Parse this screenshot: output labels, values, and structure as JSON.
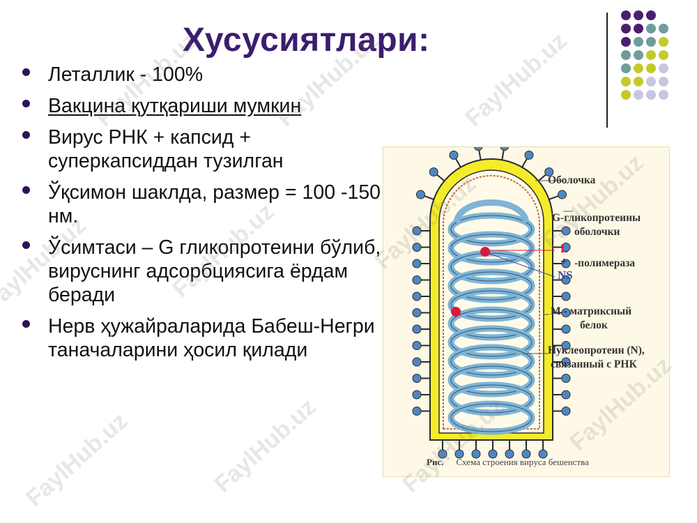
{
  "slide": {
    "title": "Хусусиятлари:",
    "bullets": [
      "Леталлик - 100%",
      "Вакцина қутқариши мумкин",
      "Вирус РНК + капсид + суперкапсиддан тузилган",
      "Ўқсимон шаклда, размер = 100 -150 нм.",
      "Ўсимтаси – G гликопротеини бўлиб, вируснинг адсорбциясига ёрдам беради",
      "Нерв ҳужайраларида Бабеш-Негри таначаларини ҳосил қилади"
    ]
  },
  "figure": {
    "labels": {
      "envelope": "Оболочка",
      "glyco_1": "G-гликопротеины",
      "glyco_2": "оболочки",
      "l": "L",
      "plus": "+",
      "ns": "NS",
      "polymerase": "-полимераза",
      "matrix_1": "М - матриксный",
      "matrix_2": "белок",
      "nucleo_1": "Нуклеопротеин (N),",
      "nucleo_2": "связанный с РНК"
    },
    "caption_prefix": "Рис.",
    "caption": "Схема строения вируса бешенства"
  },
  "watermark": "FaylHub.uz",
  "colors": {
    "title": "#3b1d6e",
    "bullet": "#2e1259",
    "dot_purple": "#4b1f6f",
    "dot_teal": "#6f9c9c",
    "dot_olive": "#c5c92a",
    "dot_lavender": "#c9c5e0",
    "capsule_yellow": "#f4ec2a",
    "spike_blue": "#4f87c2",
    "helix_blue": "#7fb4d6"
  }
}
